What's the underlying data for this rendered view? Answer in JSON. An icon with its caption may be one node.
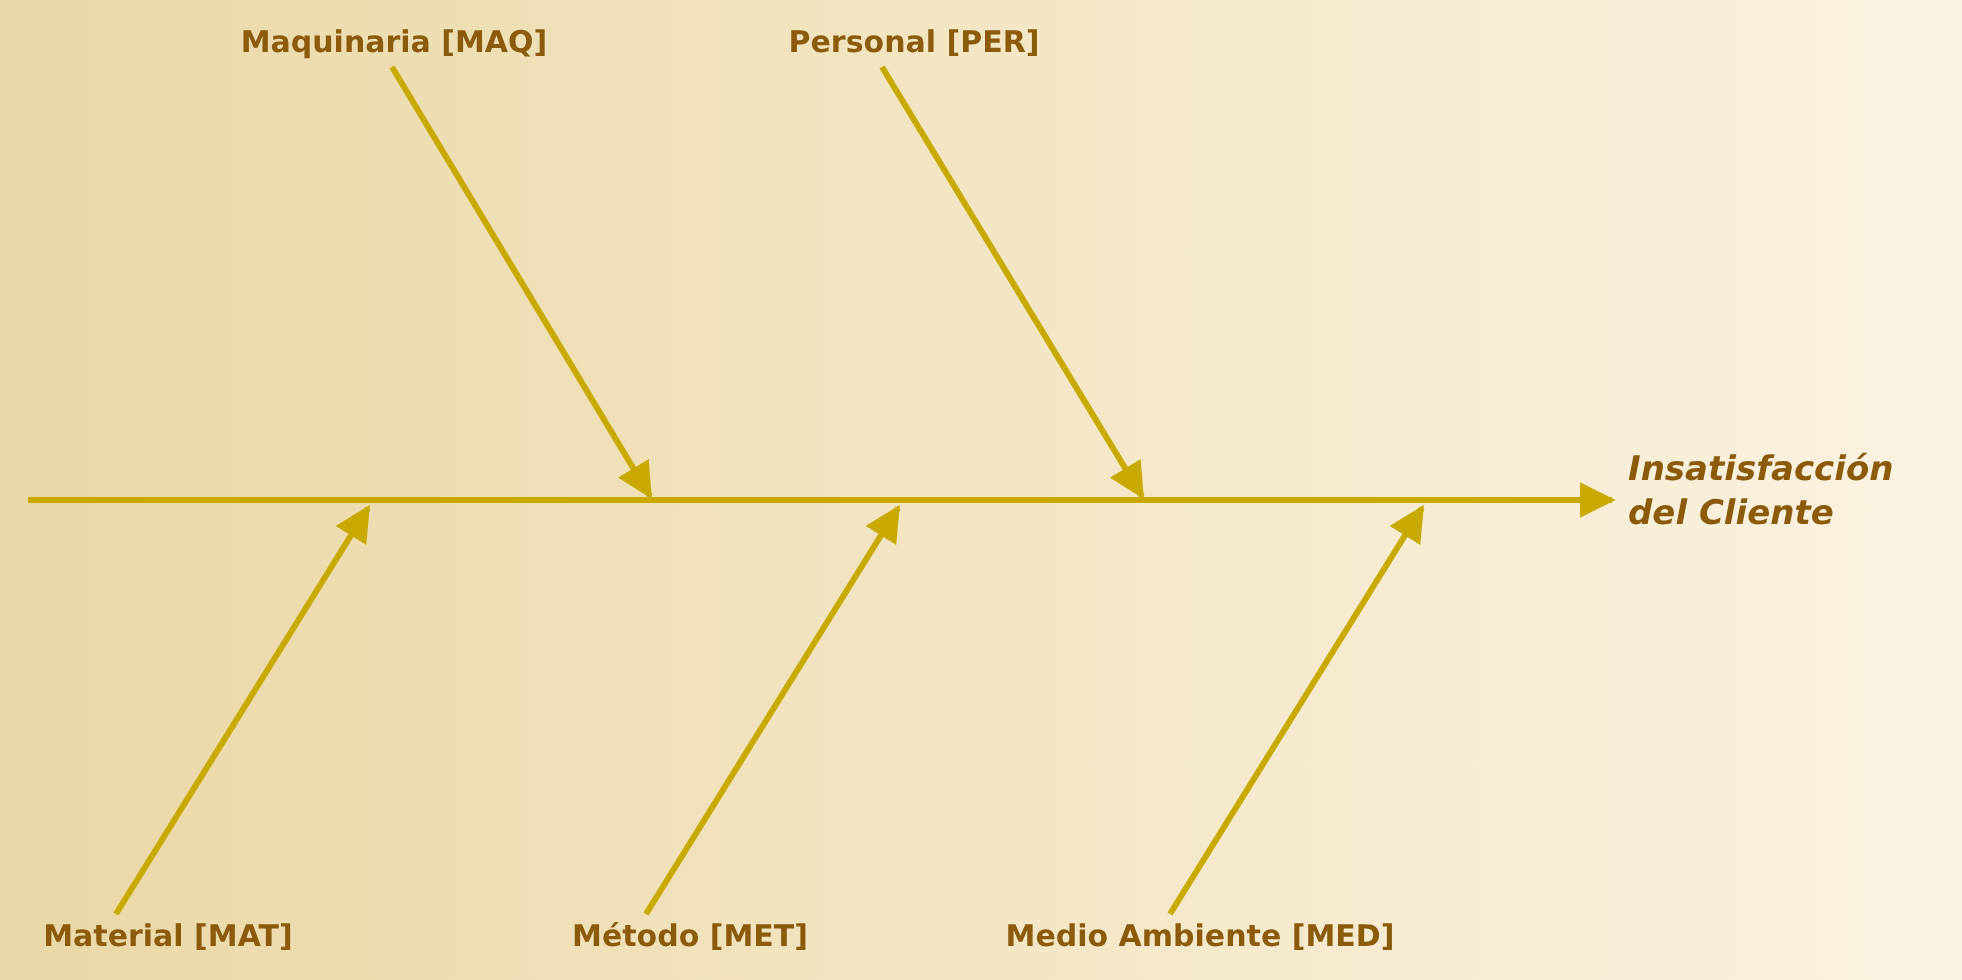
{
  "diagram": {
    "nodes": [
      {
        "text": [
          "Maquinaria [MAQ]"
        ]
      },
      {
        "text": [
          "Personal [PER]"
        ]
      },
      {
        "text": [
          "Material [MAT]"
        ]
      },
      {
        "text": [
          "Método [MET]"
        ]
      },
      {
        "text": [
          "Medio Ambiente [MED]"
        ]
      },
      {
        "text": [
          "Insatisfacción del Cliente"
        ]
      }
    ],
    "edges": [
      {
        "from": null,
        "to": 5,
        "arrow": "to"
      },
      {
        "from": 0,
        "to": null,
        "arrow": "to"
      },
      {
        "from": 1,
        "to": null,
        "arrow": "to"
      },
      {
        "from": 2,
        "to": null,
        "arrow": "to"
      },
      {
        "from": 3,
        "to": null,
        "arrow": "to"
      },
      {
        "from": 4,
        "to": null,
        "arrow": "to"
      }
    ]
  }
}
